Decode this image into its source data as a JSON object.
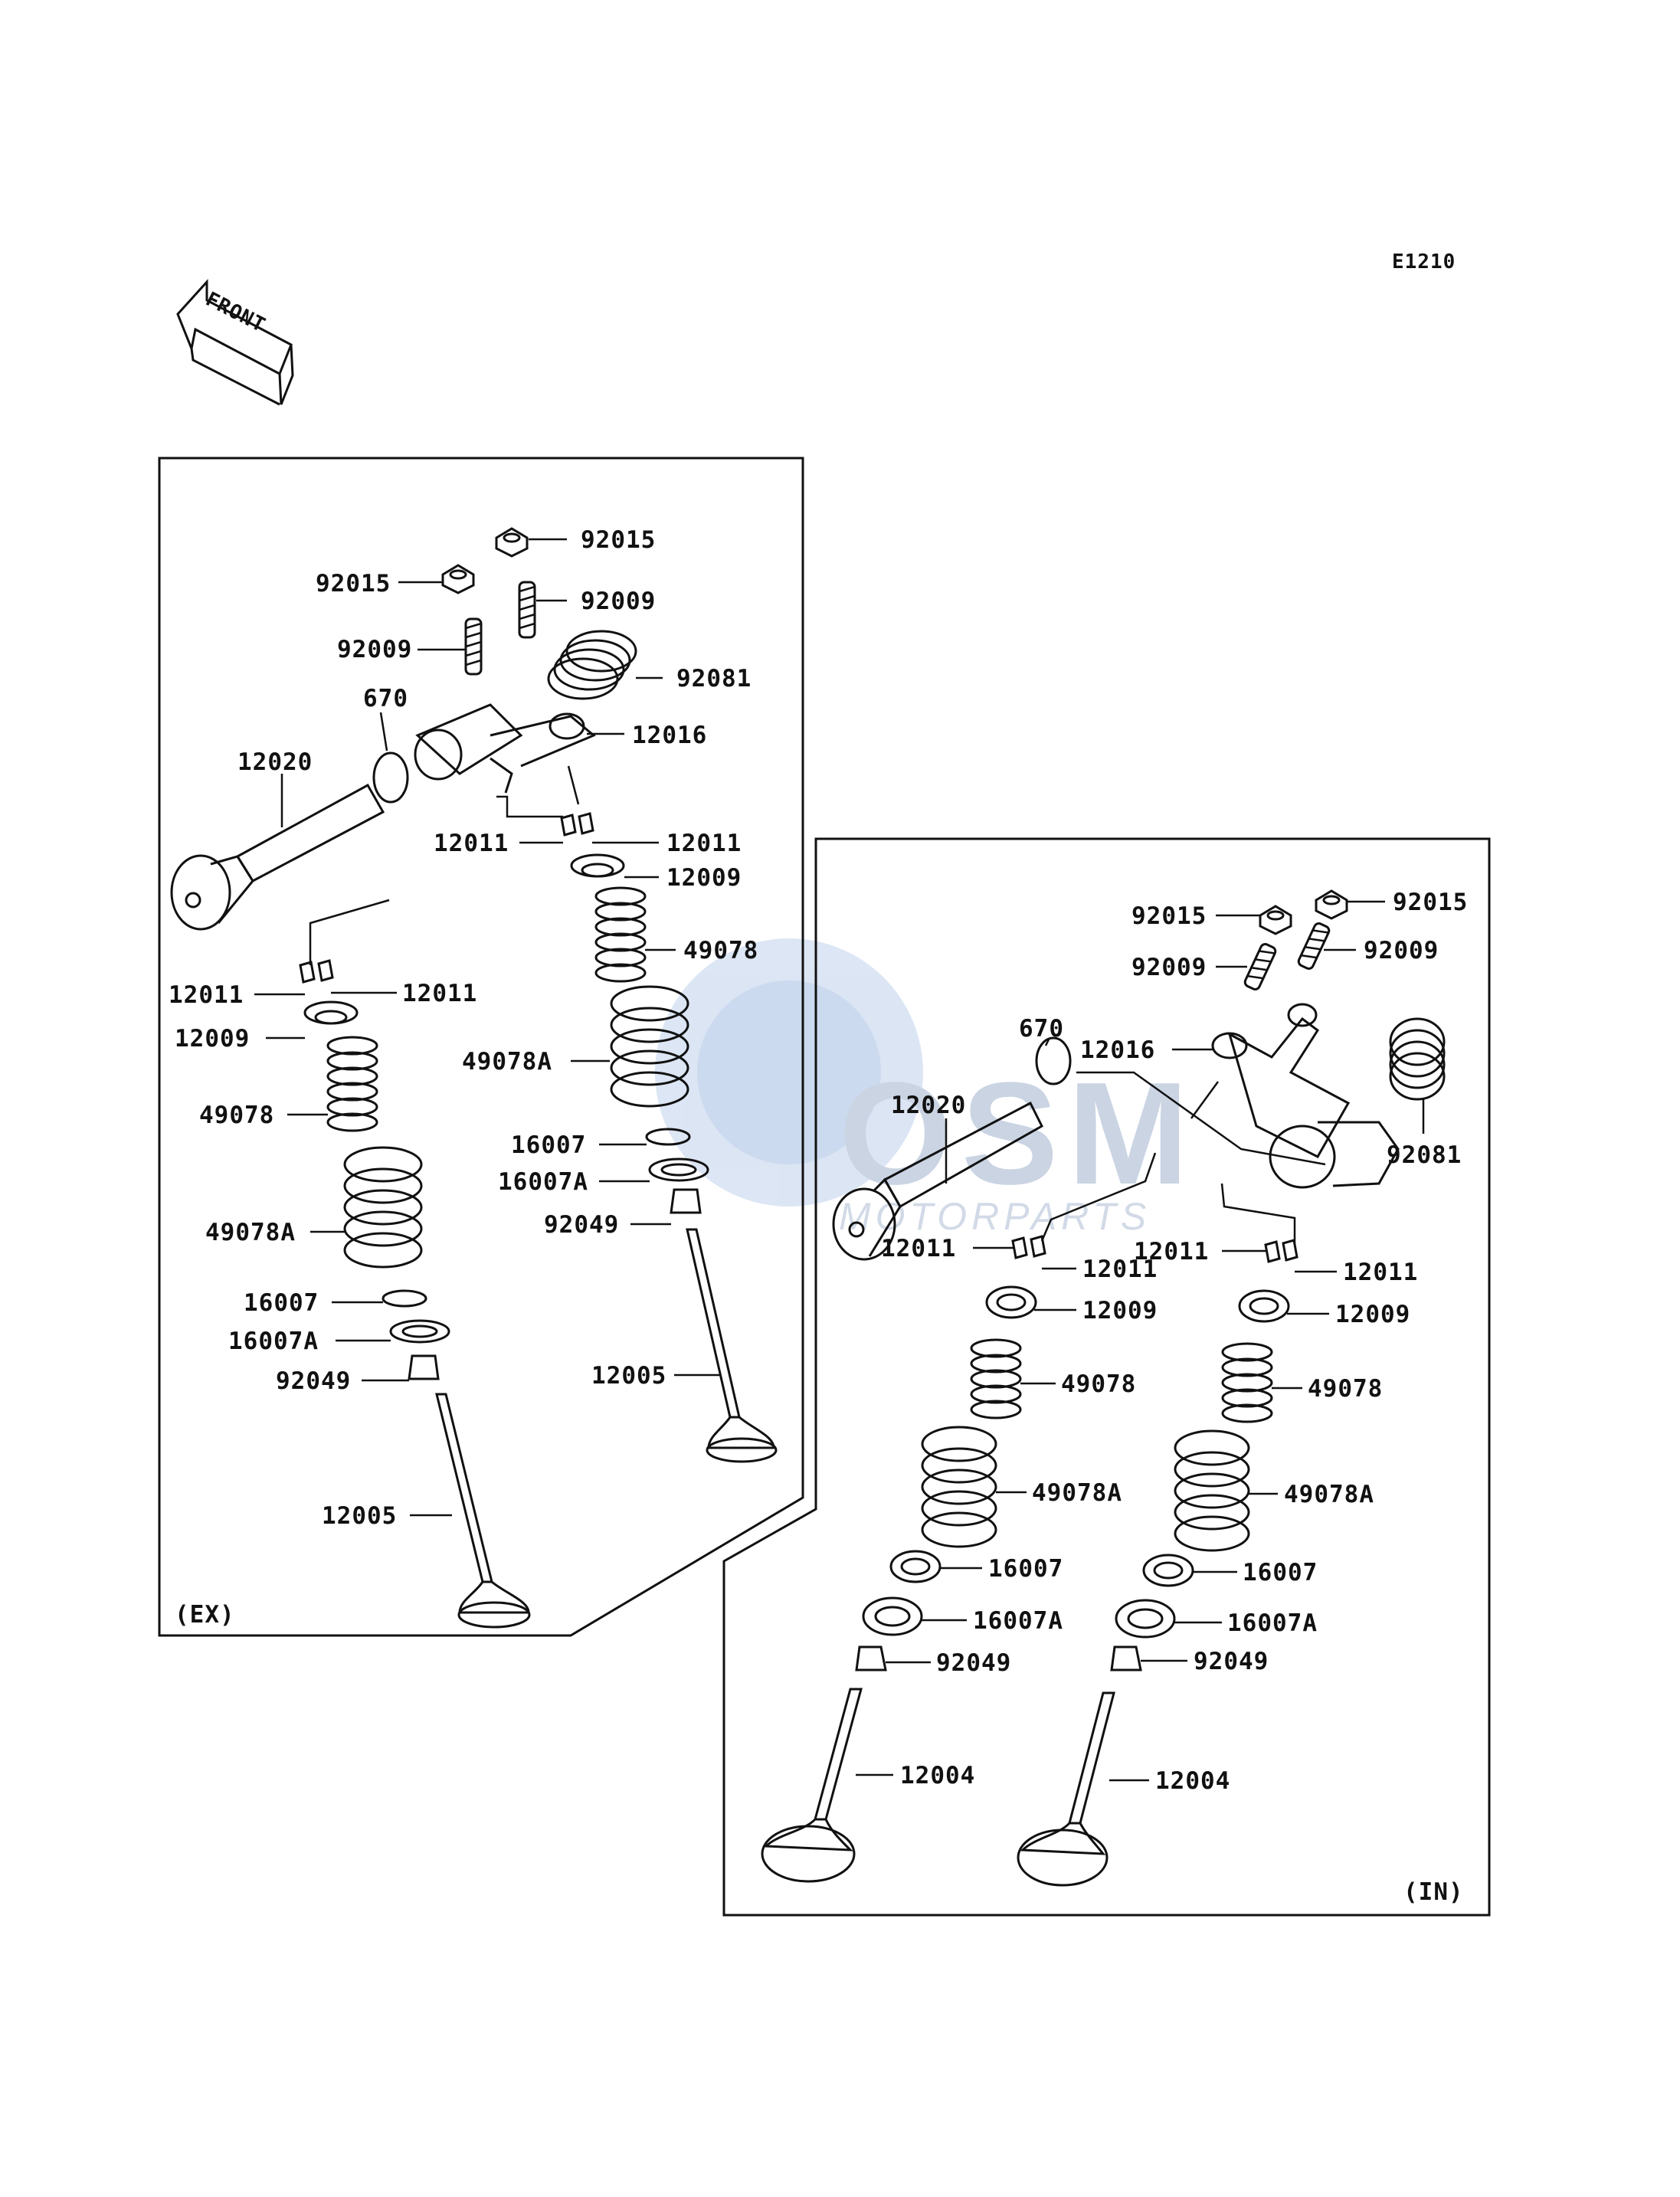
{
  "header": {
    "code": "E1210",
    "front_label": "FRONT"
  },
  "watermark": {
    "brand": "OSM",
    "sub": "MOTORPARTS",
    "color": "#5b86c9"
  },
  "exhaust": {
    "label": "(EX)",
    "parts": {
      "nut_top": "92015",
      "nut_left": "92015",
      "screw_right": "92009",
      "screw_left": "92009",
      "spring_rocker": "92081",
      "oring": "670",
      "shaft": "12020",
      "rocker_arm": "12016",
      "cotter_ll": "12011",
      "cotter_lr": "12011",
      "retainer_l": "12009",
      "inner_spring_l": "49078",
      "outer_spring_l": "49078A",
      "seat_l": "16007",
      "seat_la": "16007A",
      "seal_l": "92049",
      "valve_l": "12005",
      "cotter_rl": "12011",
      "cotter_rr": "12011",
      "retainer_r": "12009",
      "inner_spring_r": "49078",
      "outer_spring_r": "49078A",
      "seat_r": "16007",
      "seat_ra": "16007A",
      "seal_r": "92049",
      "valve_r": "12005"
    }
  },
  "intake": {
    "label": "(IN)",
    "parts": {
      "nut_left": "92015",
      "nut_right": "92015",
      "screw_left": "92009",
      "screw_right": "92009",
      "oring": "670",
      "rocker_arm": "12016",
      "shaft": "12020",
      "spring_rocker": "92081",
      "cotter_ll": "12011",
      "cotter_lr": "12011",
      "retainer_l": "12009",
      "inner_spring_l": "49078",
      "outer_spring_l": "49078A",
      "seat_l": "16007",
      "seat_la": "16007A",
      "seal_l": "92049",
      "valve_l": "12004",
      "cotter_rl": "12011",
      "cotter_rr": "12011",
      "retainer_r": "12009",
      "inner_spring_r": "49078",
      "outer_spring_r": "49078A",
      "seat_r": "16007",
      "seat_ra": "16007A",
      "seal_r": "92049",
      "valve_r": "12004"
    }
  }
}
